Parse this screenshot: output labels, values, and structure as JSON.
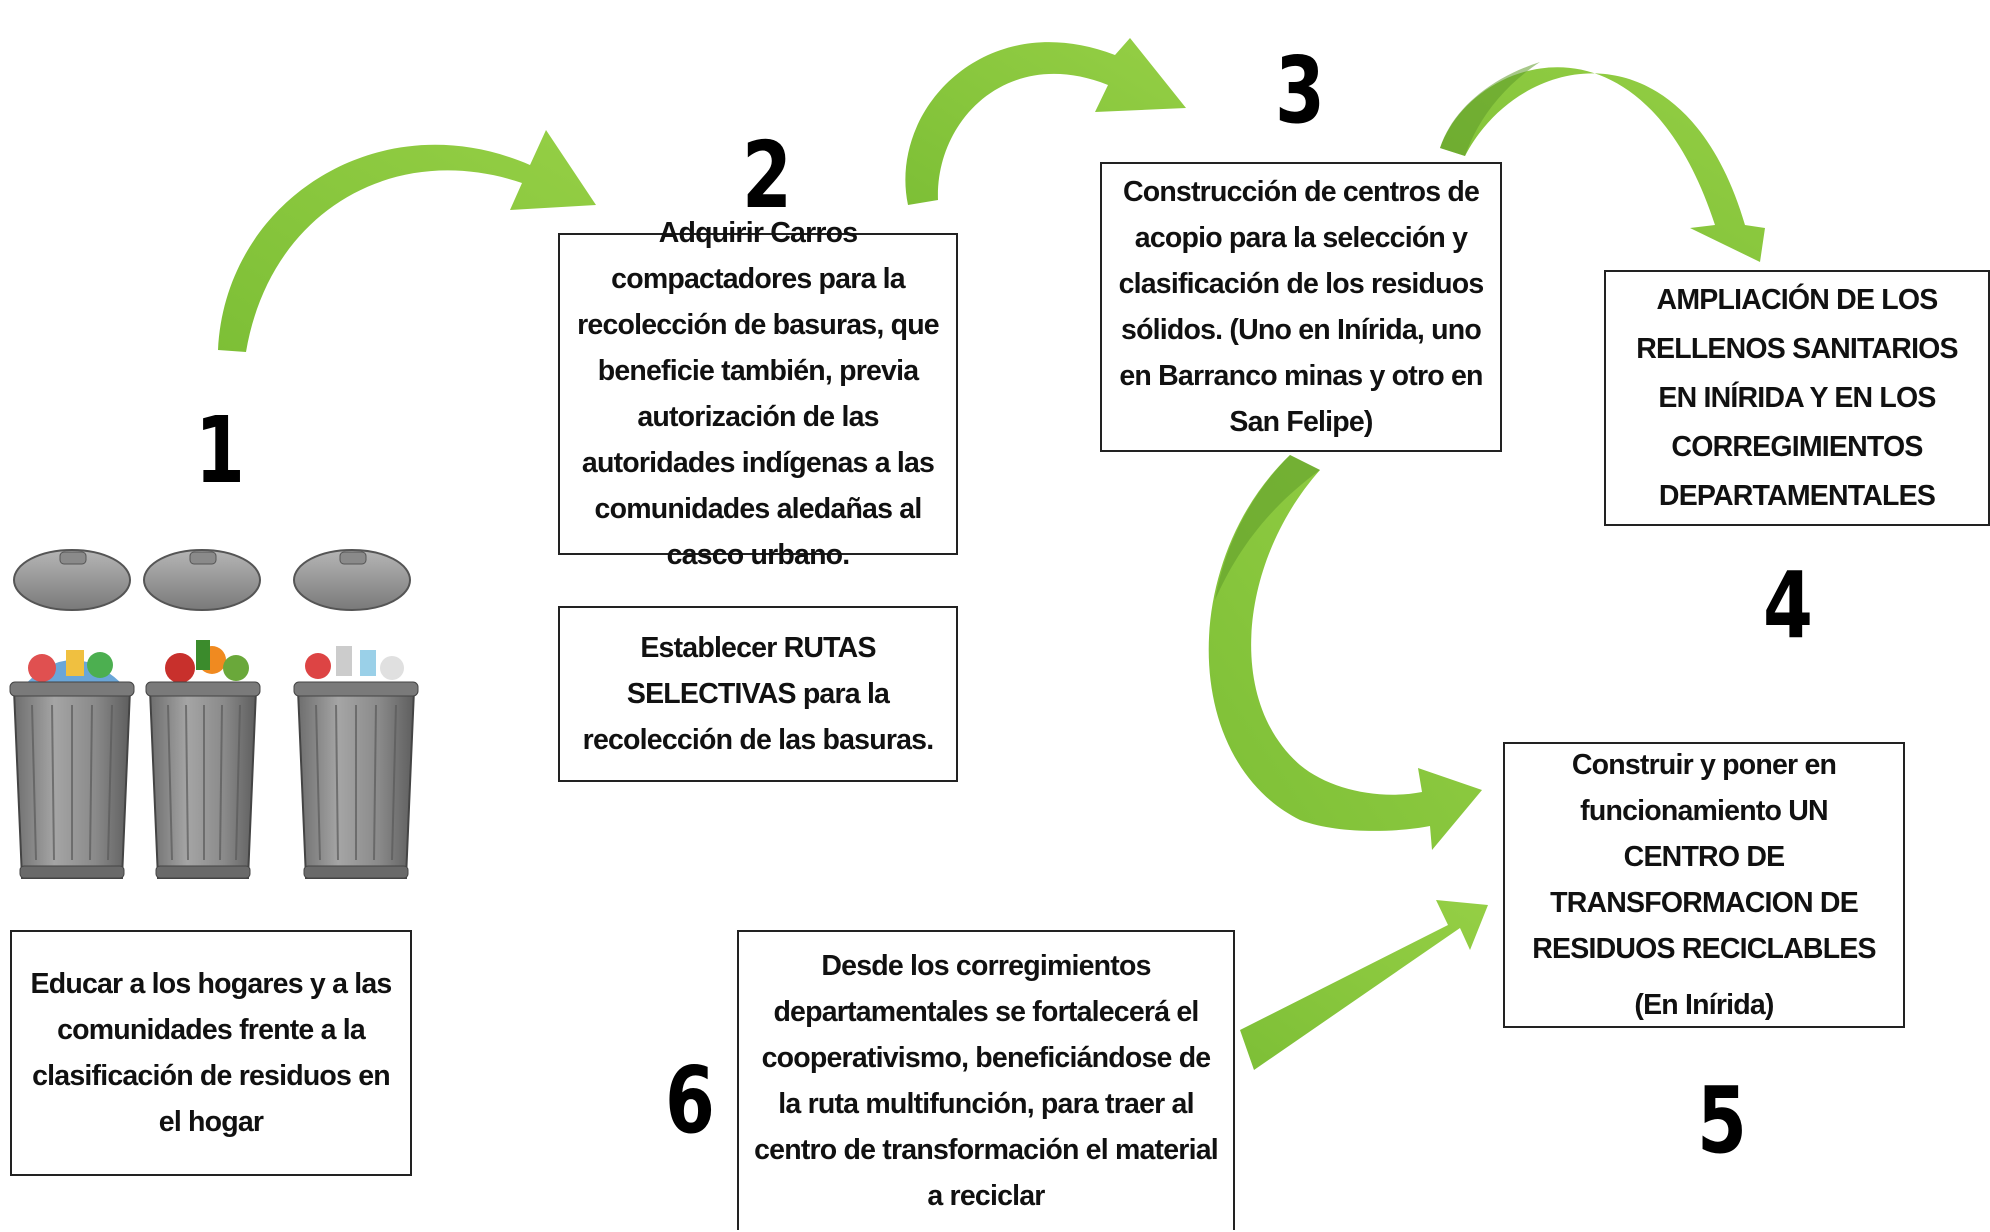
{
  "colors": {
    "arrow_fill": "#8cc63e",
    "arrow_dark": "#5e9a2a",
    "box_border": "#222222",
    "text": "#111111",
    "can_body": "#8c8c8c",
    "can_lid": "#9a9a9a"
  },
  "steps": {
    "step1": {
      "number": "1",
      "text": "Educar a los hogares y a las comunidades frente a la clasificación de residuos en el hogar",
      "image": "three-trash-cans-illustration"
    },
    "step2": {
      "number": "2",
      "text": "Adquirir Carros compactadores para la recolección de basuras, que beneficie también, previa autorización de las autoridades indígenas a las comunidades aledañas al casco urbano.",
      "text_secondary": "Establecer RUTAS SELECTIVAS para la recolección de las basuras."
    },
    "step3": {
      "number": "3",
      "text": "Construcción de centros de acopio para la selección y clasificación de los residuos sólidos. (Uno en Inírida, uno en Barranco minas y otro en San Felipe)"
    },
    "step4": {
      "number": "4",
      "text": "AMPLIACIÓN DE LOS RELLENOS SANITARIOS EN INÍRIDA Y EN LOS CORREGIMIENTOS DEPARTAMENTALES"
    },
    "step5": {
      "number": "5",
      "text": "Construir y poner en funcionamiento UN CENTRO DE TRANSFORMACION DE RESIDUOS RECICLABLES",
      "note": "(En Inírida)"
    },
    "step6": {
      "number": "6",
      "text": "Desde los corregimientos departamentales se fortalecerá el cooperativismo, beneficiándose de la ruta multifunción, para traer al centro de transformación el material a reciclar"
    }
  }
}
